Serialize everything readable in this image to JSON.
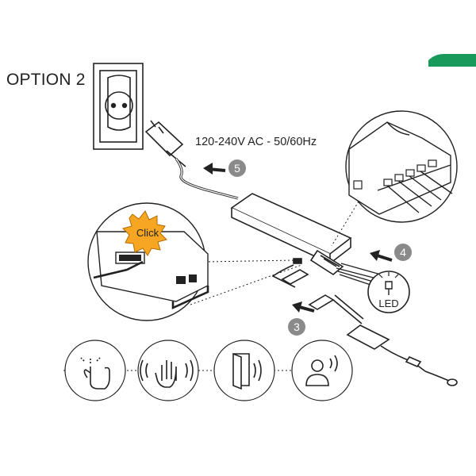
{
  "option_title": "OPTION 2",
  "voltage_label": "120-240V AC - 50/60Hz",
  "click_label": "Click",
  "led_label": "LED",
  "steps": {
    "step3": "3",
    "step4": "4",
    "step5": "5"
  },
  "colors": {
    "line": "#222222",
    "badge": "#8a8a8a",
    "burst": "#f6a623",
    "accent": "#1a9a5a"
  },
  "sensor_icons": [
    "touch-icon",
    "wave-hand-icon",
    "door-icon",
    "presence-icon"
  ]
}
